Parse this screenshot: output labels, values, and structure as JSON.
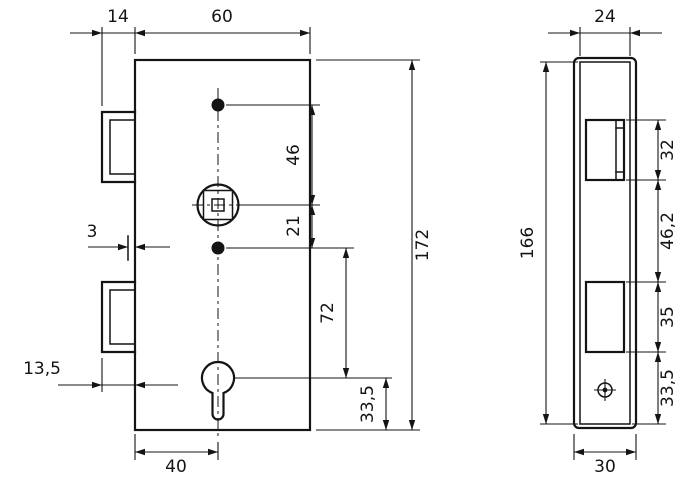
{
  "drawing": {
    "front_view": {
      "dim_tab_top": "14",
      "dim_case_width": "60",
      "dim_plate_thickness": "3",
      "dim_tab_bottom": "13,5",
      "dim_hole_spacing_upper": "46",
      "dim_hole_spacing_lower": "21",
      "dim_cylinder_distance": "72",
      "dim_cylinder_to_edge": "33,5",
      "dim_case_height": "172",
      "dim_backset": "40"
    },
    "side_view": {
      "dim_case_depth": "24",
      "dim_latch_cutout_height": "32",
      "dim_plate_height": "166",
      "dim_cutout_spacing": "46,2",
      "dim_bolt_cutout_height": "35",
      "dim_bottom_offset": "33,5",
      "dim_plate_width": "30"
    }
  }
}
